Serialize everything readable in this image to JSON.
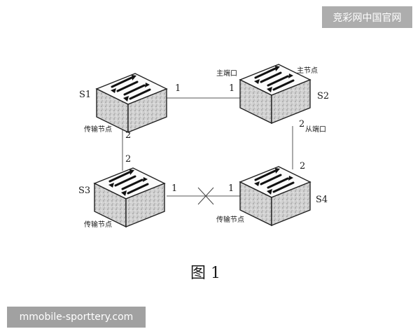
{
  "watermark_top": "竞彩网中国官网",
  "watermark_bottom": "mmobile-sporttery.com",
  "caption": "图 1",
  "switches": {
    "s1": {
      "name": "S1",
      "role": "",
      "port_right": "1",
      "port_down": "2"
    },
    "s2": {
      "name": "S2",
      "role": "主节点",
      "port_left": "1",
      "port_down": "2"
    },
    "s3": {
      "name": "S3",
      "port_up": "2",
      "port_right": "1"
    },
    "s4": {
      "name": "S4",
      "port_up": "2",
      "port_left": "1"
    }
  },
  "link_labels": {
    "master_port": "主端口",
    "slave_port": "从端口",
    "transit_s1": "传输节点",
    "transit_s3": "传输节点",
    "transit_s4": "传输节点"
  },
  "colors": {
    "line": "#555555",
    "box_stroke": "#222222",
    "box_fill": "#dcdcdc",
    "arrow": "#111111"
  }
}
